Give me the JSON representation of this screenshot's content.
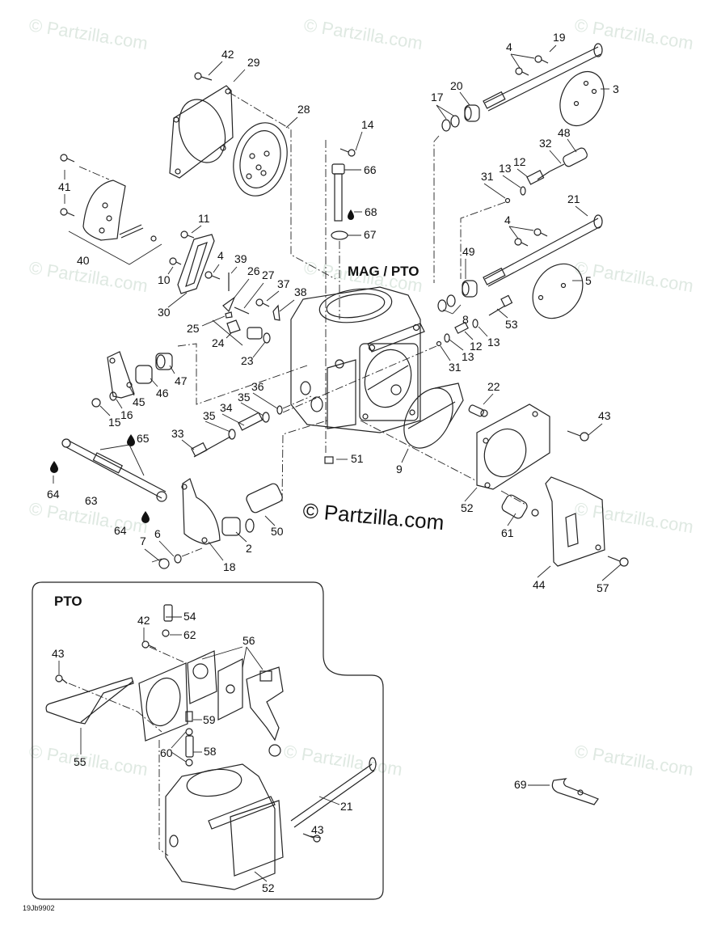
{
  "diagram": {
    "title": "Carburetor exploded parts diagram",
    "section_labels": {
      "main": "MAG / PTO",
      "inset": "PTO"
    },
    "drawing_code": "19Jb9902",
    "watermark": "© Partzilla.com",
    "center_watermark": "© Partzilla.com",
    "colors": {
      "line": "#222222",
      "watermark": "#dfe9e2",
      "background": "#ffffff"
    },
    "callouts_main": [
      {
        "id": "42",
        "label": "42"
      },
      {
        "id": "29",
        "label": "29"
      },
      {
        "id": "28",
        "label": "28"
      },
      {
        "id": "41",
        "label": "41"
      },
      {
        "id": "40",
        "label": "40"
      },
      {
        "id": "11",
        "label": "11"
      },
      {
        "id": "10",
        "label": "10"
      },
      {
        "id": "30",
        "label": "30"
      },
      {
        "id": "4a",
        "label": "4"
      },
      {
        "id": "39",
        "label": "39"
      },
      {
        "id": "26",
        "label": "26"
      },
      {
        "id": "27",
        "label": "27"
      },
      {
        "id": "37",
        "label": "37"
      },
      {
        "id": "38",
        "label": "38"
      },
      {
        "id": "25",
        "label": "25"
      },
      {
        "id": "24",
        "label": "24"
      },
      {
        "id": "23",
        "label": "23"
      },
      {
        "id": "14",
        "label": "14"
      },
      {
        "id": "66",
        "label": "66"
      },
      {
        "id": "68",
        "label": "68"
      },
      {
        "id": "67",
        "label": "67"
      },
      {
        "id": "4b",
        "label": "4"
      },
      {
        "id": "19",
        "label": "19"
      },
      {
        "id": "20",
        "label": "20"
      },
      {
        "id": "17",
        "label": "17"
      },
      {
        "id": "3",
        "label": "3"
      },
      {
        "id": "48",
        "label": "48"
      },
      {
        "id": "32",
        "label": "32"
      },
      {
        "id": "13a",
        "label": "13"
      },
      {
        "id": "12a",
        "label": "12"
      },
      {
        "id": "31a",
        "label": "31"
      },
      {
        "id": "21a",
        "label": "21"
      },
      {
        "id": "4c",
        "label": "4"
      },
      {
        "id": "49",
        "label": "49"
      },
      {
        "id": "5",
        "label": "5"
      },
      {
        "id": "8",
        "label": "8"
      },
      {
        "id": "53",
        "label": "53"
      },
      {
        "id": "13b",
        "label": "13"
      },
      {
        "id": "12b",
        "label": "12"
      },
      {
        "id": "13c",
        "label": "13"
      },
      {
        "id": "31b",
        "label": "31"
      },
      {
        "id": "47",
        "label": "47"
      },
      {
        "id": "46",
        "label": "46"
      },
      {
        "id": "45",
        "label": "45"
      },
      {
        "id": "16",
        "label": "16"
      },
      {
        "id": "15",
        "label": "15"
      },
      {
        "id": "36",
        "label": "36"
      },
      {
        "id": "35a",
        "label": "35"
      },
      {
        "id": "34",
        "label": "34"
      },
      {
        "id": "35b",
        "label": "35"
      },
      {
        "id": "33",
        "label": "33"
      },
      {
        "id": "65",
        "label": "65"
      },
      {
        "id": "64a",
        "label": "64"
      },
      {
        "id": "63",
        "label": "63"
      },
      {
        "id": "64b",
        "label": "64"
      },
      {
        "id": "6",
        "label": "6"
      },
      {
        "id": "7",
        "label": "7"
      },
      {
        "id": "18",
        "label": "18"
      },
      {
        "id": "2",
        "label": "2"
      },
      {
        "id": "50",
        "label": "50"
      },
      {
        "id": "51",
        "label": "51"
      },
      {
        "id": "9",
        "label": "9"
      },
      {
        "id": "22",
        "label": "22"
      },
      {
        "id": "43a",
        "label": "43"
      },
      {
        "id": "52a",
        "label": "52"
      },
      {
        "id": "61",
        "label": "61"
      },
      {
        "id": "44",
        "label": "44"
      },
      {
        "id": "57",
        "label": "57"
      },
      {
        "id": "69",
        "label": "69"
      }
    ],
    "callouts_inset": [
      {
        "id": "54",
        "label": "54"
      },
      {
        "id": "42b",
        "label": "42"
      },
      {
        "id": "62",
        "label": "62"
      },
      {
        "id": "56",
        "label": "56"
      },
      {
        "id": "43b",
        "label": "43"
      },
      {
        "id": "59",
        "label": "59"
      },
      {
        "id": "55",
        "label": "55"
      },
      {
        "id": "60",
        "label": "60"
      },
      {
        "id": "58",
        "label": "58"
      },
      {
        "id": "21b",
        "label": "21"
      },
      {
        "id": "43c",
        "label": "43"
      },
      {
        "id": "52b",
        "label": "52"
      }
    ]
  }
}
